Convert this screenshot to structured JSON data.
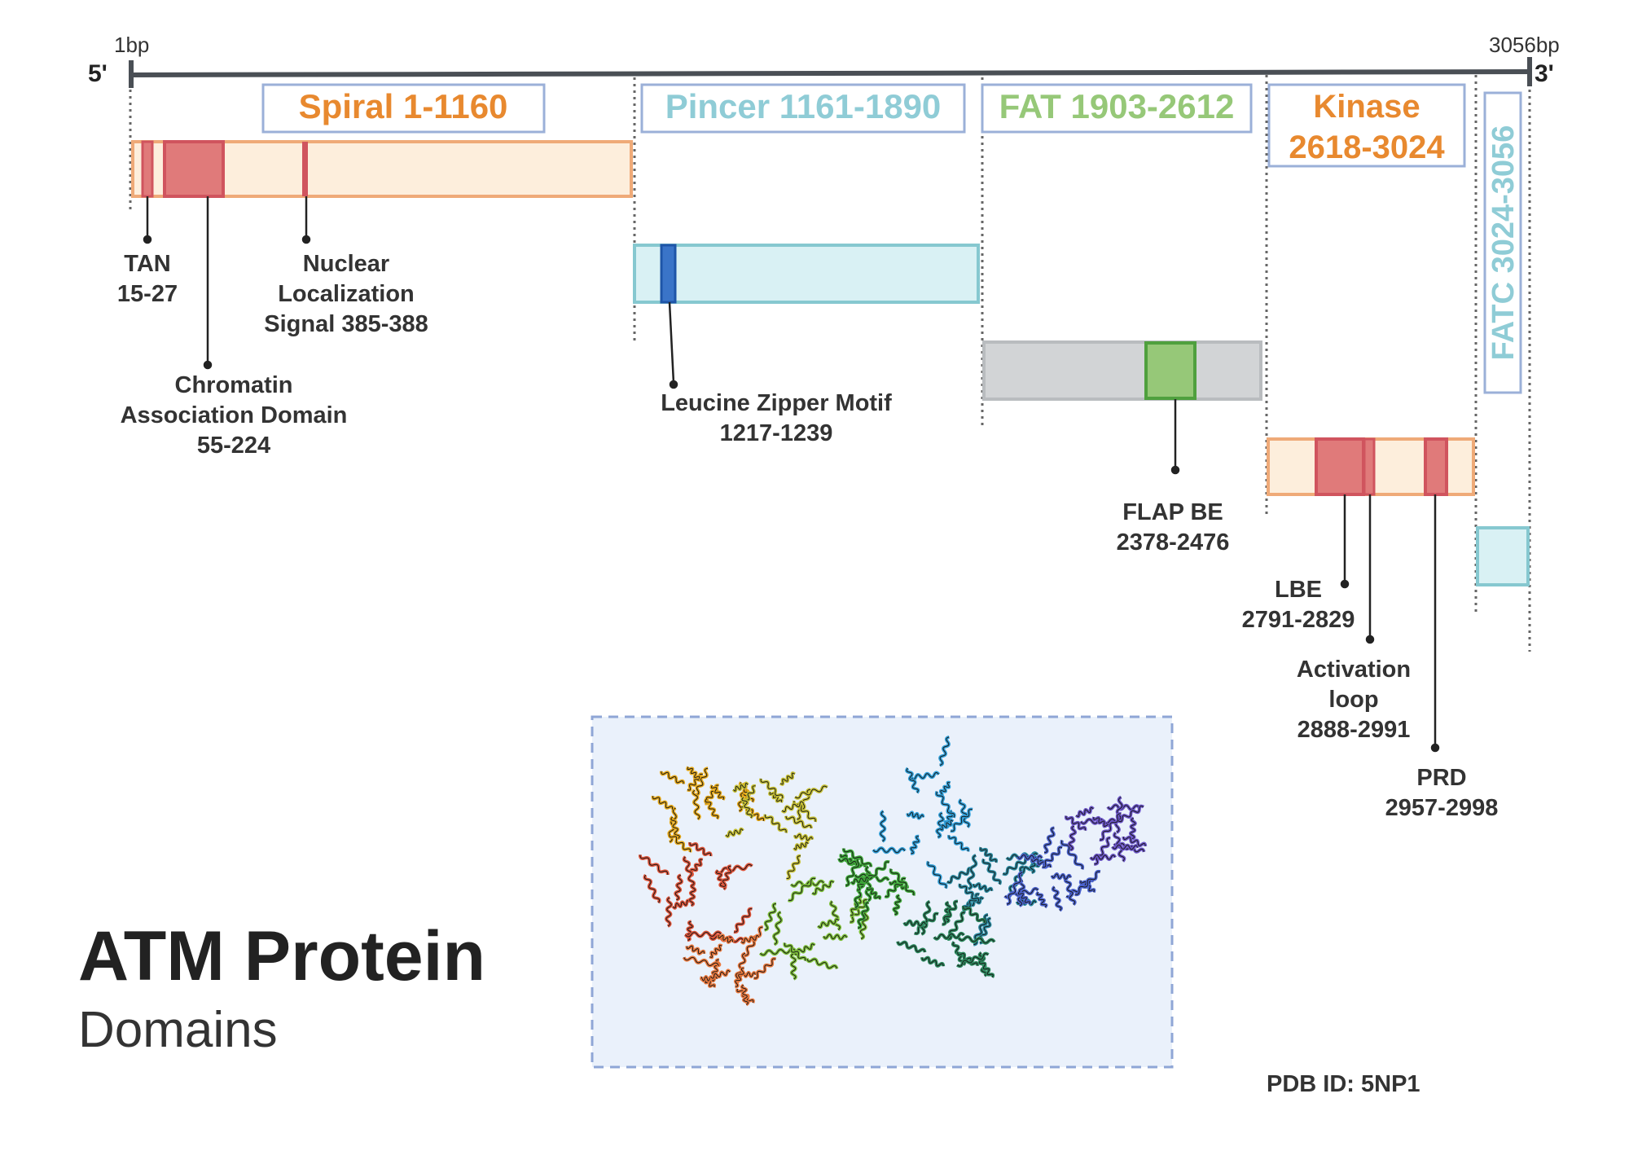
{
  "axis": {
    "start_label": "1bp",
    "end_label": "3056bp",
    "five_prime": "5'",
    "three_prime": "3'"
  },
  "domains": [
    {
      "key": "spiral",
      "label": "Spiral 1-1160",
      "color": "#E8892F",
      "fill": "#FDEEDC",
      "stroke": "#EFAA78"
    },
    {
      "key": "pincer",
      "label": "Pincer 1161-1890",
      "color": "#8FCCD6",
      "fill": "#D9F1F4",
      "stroke": "#86C8D0"
    },
    {
      "key": "fat",
      "label": "FAT 1903-2612",
      "color": "#96C878",
      "fill": "#D2D4D6",
      "stroke": "#B9BCBF"
    },
    {
      "key": "kinase",
      "label_lines": [
        "Kinase",
        "2618-3024"
      ],
      "color": "#E8892F",
      "fill": "#FDEEDC",
      "stroke": "#EFAA78"
    },
    {
      "key": "fatc",
      "label": "FATC 3024-3056",
      "color": "#8FCCD6",
      "fill": "#D9F1F4",
      "stroke": "#86C8D0"
    }
  ],
  "features": {
    "tan": {
      "lines": [
        "TAN",
        "15-27"
      ]
    },
    "nls": {
      "lines": [
        "Nuclear",
        "Localization",
        "Signal 385-388"
      ]
    },
    "chromatin": {
      "lines": [
        "Chromatin",
        "Association Domain",
        "55-224"
      ]
    },
    "leucine": {
      "lines": [
        "Leucine Zipper Motif",
        "1217-1239"
      ]
    },
    "flap": {
      "lines": [
        "FLAP BE",
        "2378-2476"
      ]
    },
    "lbe": {
      "lines": [
        "LBE",
        "2791-2829"
      ]
    },
    "activation": {
      "lines": [
        "Activation",
        "loop",
        "2888-2991"
      ]
    },
    "prd": {
      "lines": [
        "PRD",
        "2957-2998"
      ]
    }
  },
  "colors": {
    "motif_red": "#E07A7A",
    "motif_red_stroke": "#D0545E",
    "leucine_blue": "#3A74C8",
    "flap_green": "#96C878",
    "label_box_stroke": "#9BB0D8",
    "structure_panel": "#EAF1FB"
  },
  "title": {
    "main": "ATM Protein",
    "sub": "Domains"
  },
  "pdb": {
    "label": "PDB ID: 5NP1"
  }
}
